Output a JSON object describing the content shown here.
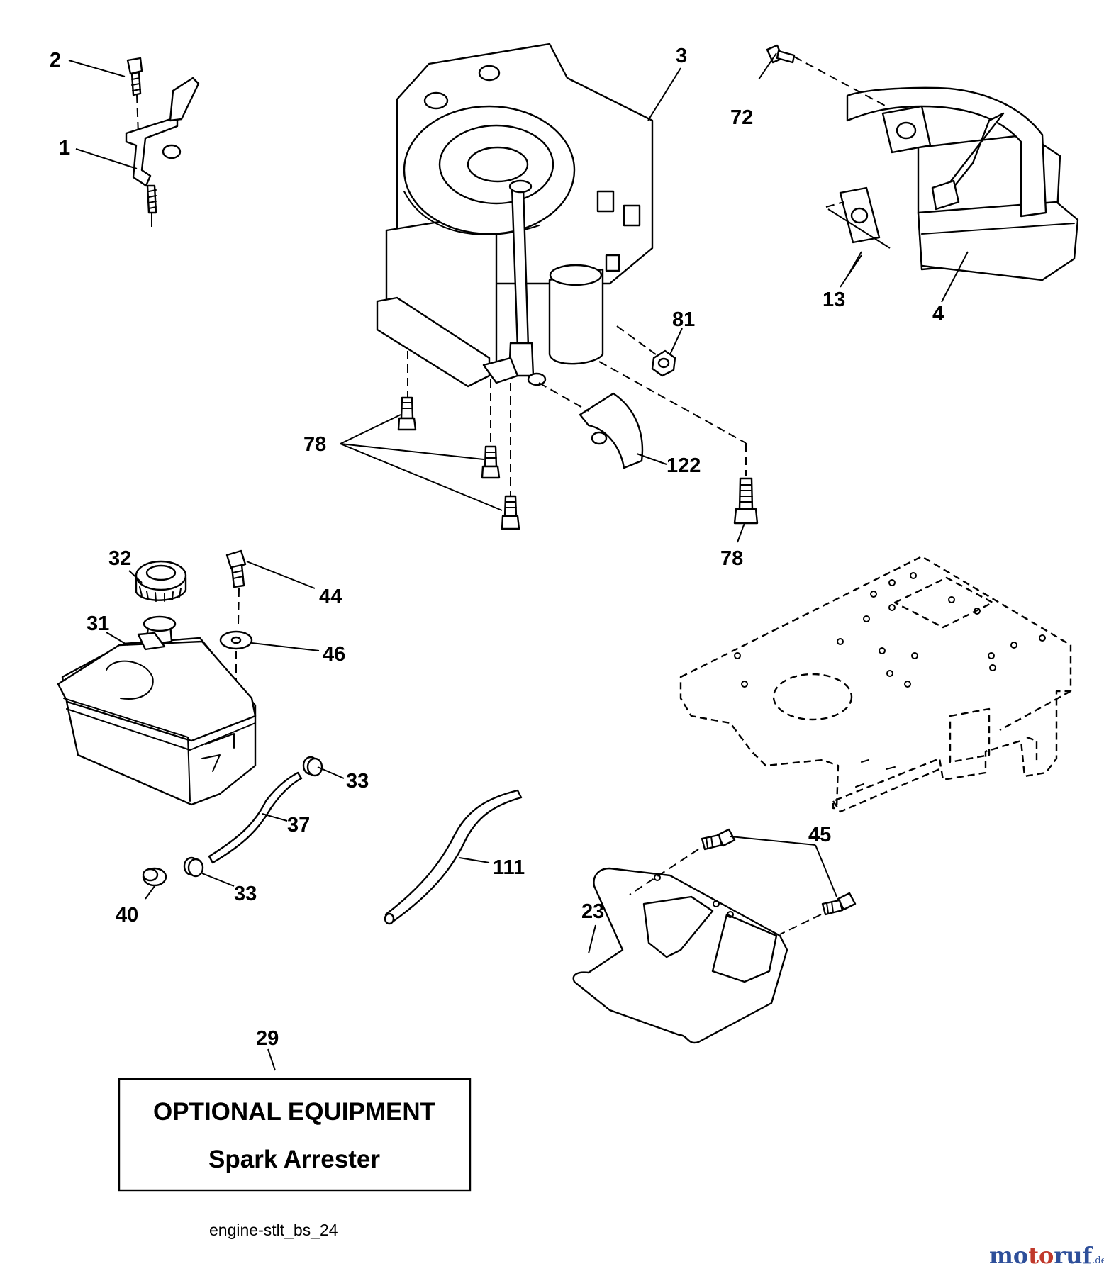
{
  "callouts": {
    "c1": "1",
    "c2": "2",
    "c3": "3",
    "c4": "4",
    "c13": "13",
    "c72": "72",
    "c81": "81",
    "c78a": "78",
    "c78b": "78",
    "c122": "122",
    "c32": "32",
    "c44": "44",
    "c31": "31",
    "c46": "46",
    "c33a": "33",
    "c33b": "33",
    "c37": "37",
    "c40": "40",
    "c111": "111",
    "c45": "45",
    "c23": "23",
    "c29": "29"
  },
  "optional_box": {
    "title": "OPTIONAL EQUIPMENT",
    "subtitle": "Spark Arrester"
  },
  "figure_id": "engine-stlt_bs_24",
  "watermark": {
    "brand": "motoruf",
    "suffix": ".de",
    "colors": {
      "mo": "#2e4f9a",
      "to": "#c0392b",
      "ruf": "#2e4f9a"
    }
  }
}
